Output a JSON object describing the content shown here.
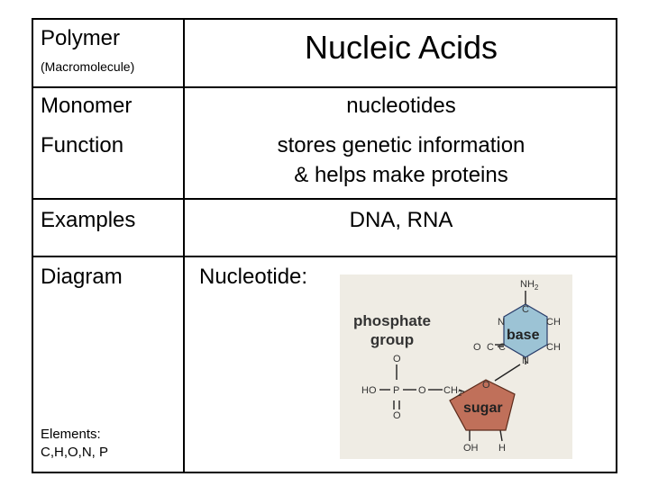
{
  "rows": {
    "polymer": {
      "label": "Polymer",
      "sublabel": "(Macromolecule)",
      "value": "Nucleic Acids"
    },
    "monomer": {
      "label": "Monomer",
      "value": "nucleotides"
    },
    "function": {
      "label": "Function",
      "value_line1": "stores genetic information",
      "value_line2": "& helps make proteins"
    },
    "examples": {
      "label": "Examples",
      "value": "DNA, RNA"
    },
    "diagram": {
      "label": "Diagram",
      "value": "Nucleotide:",
      "elements_line1": "Elements:",
      "elements_line2": "C,H,O,N, P"
    }
  },
  "nucleotide": {
    "phosphate_label_line1": "phosphate",
    "phosphate_label_line2": "group",
    "base_label": "base",
    "sugar_label": "sugar",
    "atoms": {
      "nh2_n": "NH",
      "nh2_sub": "2",
      "c_top": "C",
      "n_left": "N",
      "ch_right": "CH",
      "o_left": "O",
      "c_left": "C",
      "c_mid": "C",
      "ch_right2": "CH",
      "n_bottom": "N",
      "o_top": "O",
      "ho": "HO",
      "p": "P",
      "o_link": "O",
      "ch2": "CH",
      "ch2_sub": "2",
      "o_bottom": "O",
      "o_ring": "O",
      "oh": "OH",
      "h": "H"
    },
    "colors": {
      "base_fill": "#9cc3d5",
      "sugar_fill": "#c0705a",
      "background": "#efece4"
    }
  }
}
